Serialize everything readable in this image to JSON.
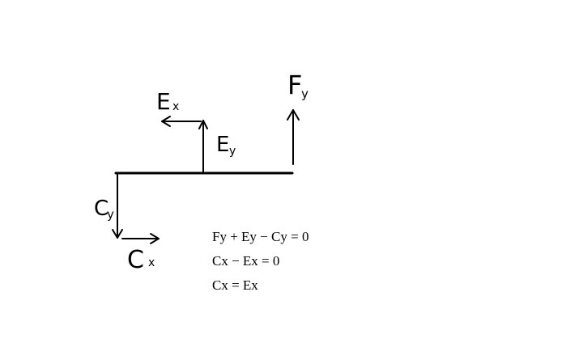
{
  "colors": {
    "background": "#ffffff",
    "ink": "#000000"
  },
  "labels": {
    "ex": {
      "main": "E",
      "sub": "x"
    },
    "ey": {
      "main": "E",
      "sub": "y"
    },
    "fy": {
      "main": "F",
      "sub": "y"
    },
    "cy": {
      "main": "C",
      "sub": "y"
    },
    "cx": {
      "main": "C",
      "sub": "x"
    }
  },
  "equations": [
    "Fy + Ey − Cy = 0",
    "Cx − Ex = 0",
    "Cx = Ex"
  ]
}
